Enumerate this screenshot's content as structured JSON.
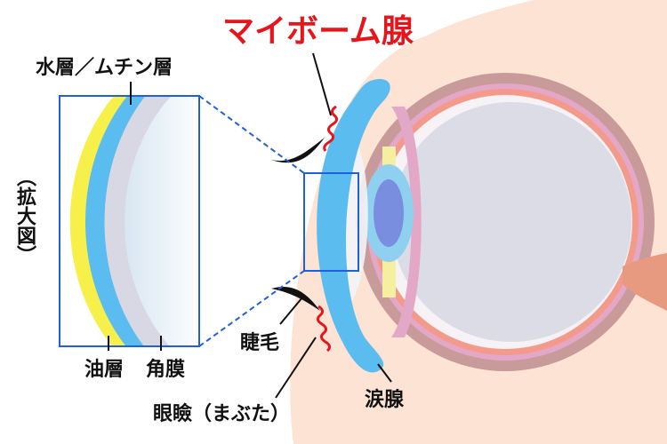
{
  "title": "マイボーム腺",
  "labels": {
    "water_mucin": "水層／ムチン層",
    "enlarged": "（拡大図）",
    "oil_layer": "油層",
    "cornea": "角膜",
    "eyelash": "睫毛",
    "eyelid": "眼瞼（まぶた）",
    "lacrimal_gland": "涙腺"
  },
  "colors": {
    "title": "#e8141b",
    "skin": "#fde3d4",
    "cornea_blue": "#5bbcf0",
    "oil_yellow": "#f7f04a",
    "frame_blue": "#2060d8",
    "iris": "#8fd0f0",
    "pupil": "#7a8ee0",
    "sclera_ring": "#c99a9a"
  }
}
